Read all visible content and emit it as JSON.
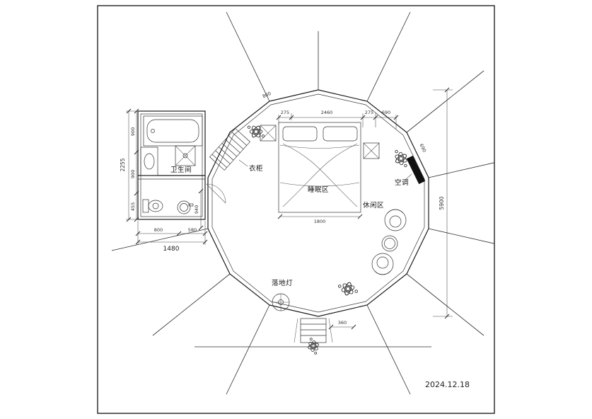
{
  "drawing": {
    "date": "2024.12.18",
    "labels": {
      "bathroom": "卫生间",
      "wardrobe": "衣柜",
      "sleeping_area": "睡眠区",
      "leisure_area": "休闲区",
      "air_conditioner": "空调",
      "floor_lamp": "落地灯"
    },
    "dimensions": {
      "overall_height": "5900",
      "annex_height_total": "2255",
      "annex_h_seg_1": "900",
      "annex_h_seg_2": "900",
      "annex_h_seg_3": "455",
      "annex_width_total": "1480",
      "annex_w_seg_1": "800",
      "annex_w_seg_2": "580",
      "top_edge": "800",
      "top_seg_1": "275",
      "top_seg_2": "2460",
      "top_seg_3": "275",
      "top_seg_4": "690",
      "right_edge": "690",
      "bed_width": "1800",
      "entry_width": "360",
      "annex_junction": "940"
    },
    "colors": {
      "line": "#1a1a1a",
      "background": "#ffffff"
    }
  }
}
